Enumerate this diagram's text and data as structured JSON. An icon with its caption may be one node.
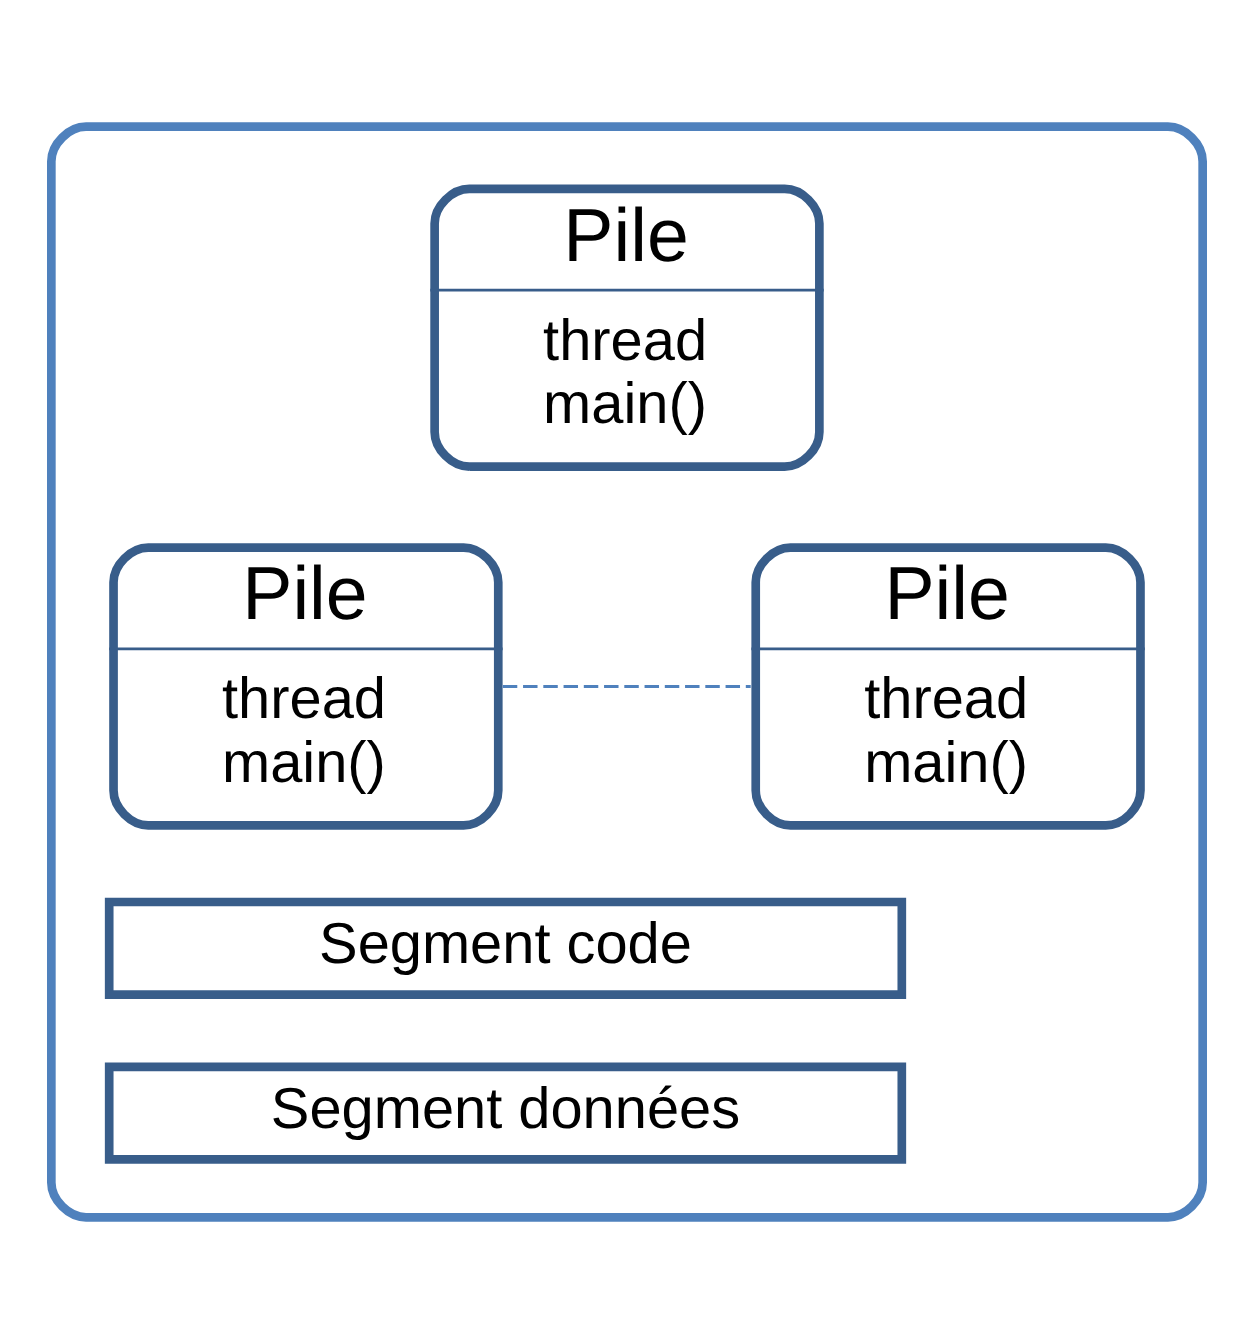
{
  "diagram": {
    "nodes": [
      {
        "text": [],
        "shape": "box"
      },
      {
        "text": [
          "Pile",
          "thread main()"
        ],
        "in": 0
      },
      {
        "text": [
          "Pile",
          "thread main()"
        ],
        "in": 0
      },
      {
        "text": [
          "Pile",
          "thread main()"
        ],
        "in": 0
      },
      {
        "text": [
          "Segment code"
        ],
        "in": 0
      },
      {
        "text": [
          "Segment données"
        ],
        "in": 0
      }
    ],
    "edges": [
      {
        "from": 2,
        "to": 3,
        "arrow": "none",
        "style": "dashed",
        "color": "#4f81bd"
      }
    ]
  }
}
